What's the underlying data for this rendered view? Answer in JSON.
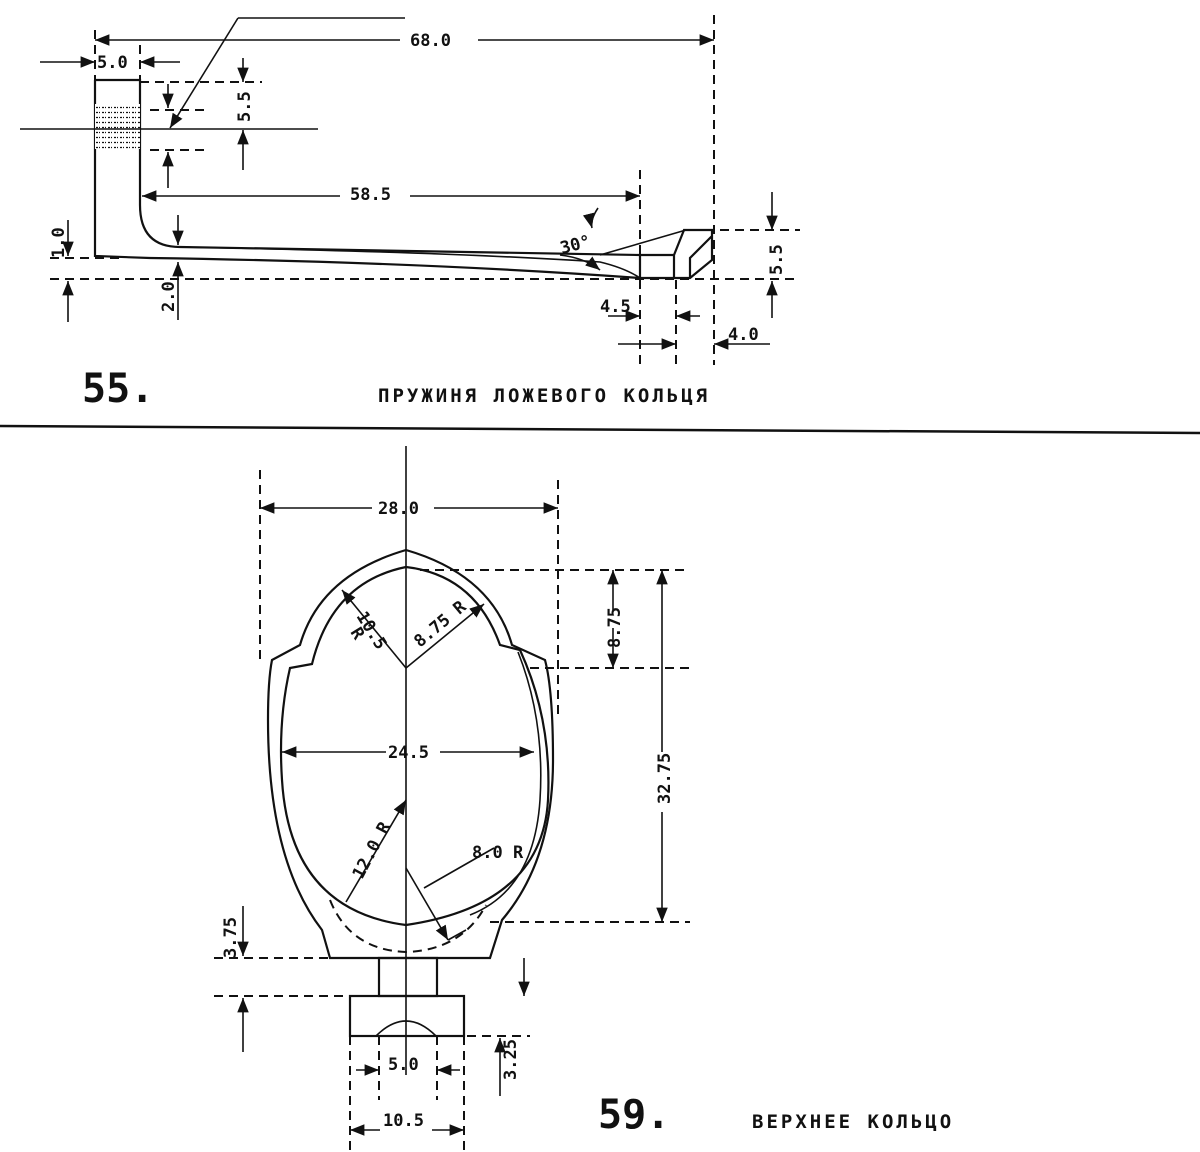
{
  "figure55": {
    "number": "55.",
    "caption": "ПРУЖИНЯ ЛОЖЕВОГО КОЛЬЦЯ",
    "dims": {
      "total_length": "68.0",
      "top_width": "5.0",
      "hatch_height": "5.5",
      "inner_length": "58.5",
      "thickness_top": "1.0",
      "thickness_bottom": "2.0",
      "angle": "30°",
      "end_height": "5.5",
      "end_width_a": "4.5",
      "end_width_b": "4.0"
    }
  },
  "figure59": {
    "number": "59.",
    "caption": "ВЕРХНЕЕ КОЛЬЦО",
    "dims": {
      "outer_width": "28.0",
      "radius_top_left": "10.5",
      "radius_top_left_r": "R",
      "radius_top_right": "8.75 R",
      "shoulder_drop": "8.75",
      "inner_width": "24.5",
      "total_height": "32.75",
      "radius_bottom_left": "12.0 R",
      "radius_bottom_right": "8.0 R",
      "base_height": "3.75",
      "stem_width": "5.0",
      "tab_height": "3.25",
      "tab_width": "10.5"
    }
  }
}
